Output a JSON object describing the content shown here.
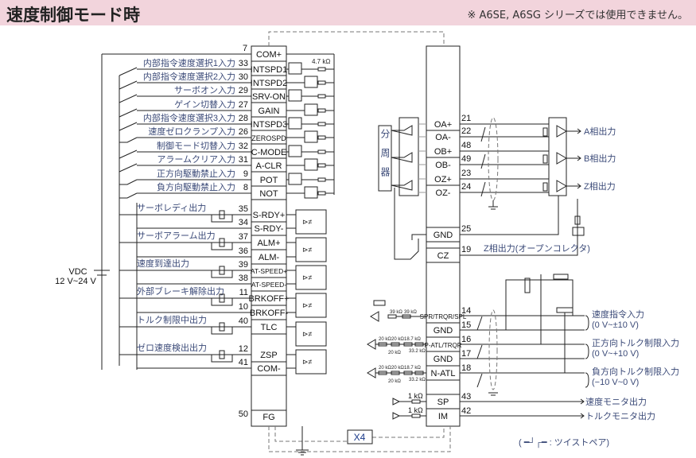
{
  "header": {
    "title": "速度制御モード時",
    "note": "※ A6SE, A6SG シリーズでは使用できません。"
  },
  "left_connector": {
    "top": {
      "num": "7",
      "signal": "COM+"
    },
    "resistor": "4.7 kΩ",
    "inputs": [
      {
        "num": "33",
        "signal": "INTSPD1",
        "label": "内部指令速度選択1入力"
      },
      {
        "num": "30",
        "signal": "INTSPD2",
        "label": "内部指令速度選択2入力"
      },
      {
        "num": "29",
        "signal": "SRV-ON",
        "label": "サーボオン入力"
      },
      {
        "num": "27",
        "signal": "GAIN",
        "label": "ゲイン切替入力"
      },
      {
        "num": "28",
        "signal": "INTSPD3",
        "label": "内部指令速度選択3入力"
      },
      {
        "num": "26",
        "signal": "ZEROSPD",
        "label": "速度ゼロクランプ入力"
      },
      {
        "num": "32",
        "signal": "C-MODE",
        "label": "制御モード切替入力"
      },
      {
        "num": "31",
        "signal": "A-CLR",
        "label": "アラームクリア入力"
      },
      {
        "num": "9",
        "signal": "POT",
        "label": "正方向駆動禁止入力"
      },
      {
        "num": "8",
        "signal": "NOT",
        "label": "負方向駆動禁止入力"
      }
    ],
    "outputs": [
      {
        "label": "サーボレディ出力",
        "pins": [
          {
            "num": "35",
            "signal": "S-RDY+"
          },
          {
            "num": "34",
            "signal": "S-RDY-"
          }
        ]
      },
      {
        "label": "サーボアラーム出力",
        "pins": [
          {
            "num": "37",
            "signal": "ALM+"
          },
          {
            "num": "36",
            "signal": "ALM-"
          }
        ]
      },
      {
        "label": "速度到達出力",
        "pins": [
          {
            "num": "39",
            "signal": "AT-SPEED+"
          },
          {
            "num": "38",
            "signal": "AT-SPEED-"
          }
        ]
      },
      {
        "label": "外部ブレーキ解除出力",
        "pins": [
          {
            "num": "11",
            "signal": "BRKOFF+"
          },
          {
            "num": "10",
            "signal": "BRKOFF-"
          }
        ]
      },
      {
        "label": "トルク制限中出力",
        "pins": [
          {
            "num": "40",
            "signal": "TLC"
          }
        ]
      },
      {
        "label": "ゼロ速度検出出力",
        "pins": [
          {
            "num": "12",
            "signal": "ZSP"
          },
          {
            "num": "41",
            "signal": "COM-"
          }
        ]
      }
    ],
    "fg": {
      "num": "50",
      "signal": "FG"
    },
    "supply": {
      "label": "VDC",
      "range": "12 V~24 V"
    }
  },
  "right_connector": {
    "divider": "分周器",
    "encoder": [
      {
        "num": "21",
        "signal": "OA+"
      },
      {
        "num": "22",
        "signal": "OA-"
      },
      {
        "num": "48",
        "signal": "OB+"
      },
      {
        "num": "49",
        "signal": "OB-"
      },
      {
        "num": "23",
        "signal": "OZ+"
      },
      {
        "num": "24",
        "signal": "OZ-"
      }
    ],
    "encoder_outputs": [
      "A相出力",
      "B相出力",
      "Z相出力"
    ],
    "gnd": {
      "num": "25",
      "signal": "GND"
    },
    "cz": {
      "num": "19",
      "signal": "CZ",
      "label": "Z相出力(オープンコレクタ)"
    },
    "analog": [
      {
        "num": "14",
        "signal": "SPR/TRQR/SPL"
      },
      {
        "num": "15",
        "signal": "GND"
      },
      {
        "num": "16",
        "signal": "P-ATL/TRQR"
      },
      {
        "num": "17",
        "signal": "GND"
      },
      {
        "num": "18",
        "signal": "N-ATL"
      }
    ],
    "analog_labels": [
      {
        "name": "速度指令入力",
        "range": "(0 V~±10 V)"
      },
      {
        "name": "正方向トルク制限入力",
        "range": "(0 V~+10 V)"
      },
      {
        "name": "負方向トルク制限入力",
        "range": "(−10 V~0 V)"
      }
    ],
    "analog_resistors": [
      "39 kΩ",
      "39 kΩ",
      "20 kΩ",
      "20 kΩ",
      "18.7 kΩ",
      "20 kΩ",
      "33.2 kΩ"
    ],
    "monitors": [
      {
        "num": "43",
        "signal": "SP",
        "resistor": "1 kΩ",
        "label": "速度モニタ出力"
      },
      {
        "num": "42",
        "signal": "IM",
        "resistor": "1 kΩ",
        "label": "トルクモニタ出力"
      }
    ]
  },
  "x4": "X4",
  "legend": "( ━┘┌━ : ツイストペア)"
}
